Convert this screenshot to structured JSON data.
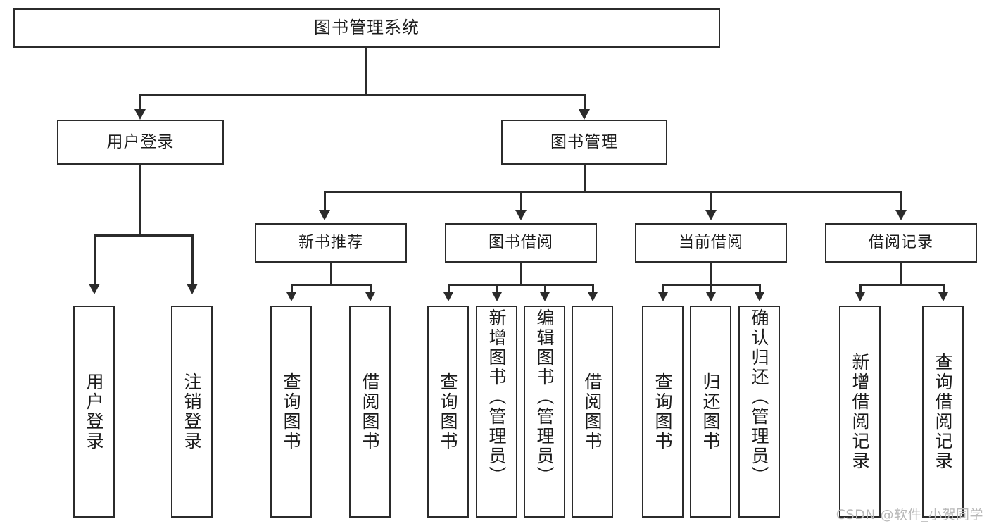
{
  "diagram": {
    "title": "图书管理系统",
    "type": "tree-hierarchy-chart",
    "root": {
      "label": "图书管理系统"
    },
    "level1": [
      {
        "label": "用户登录"
      },
      {
        "label": "图书管理"
      }
    ],
    "level2": [
      {
        "label": "新书推荐"
      },
      {
        "label": "图书借阅"
      },
      {
        "label": "当前借阅"
      },
      {
        "label": "借阅记录"
      }
    ],
    "leaves": {
      "user_login": [
        {
          "label": "用户登录"
        },
        {
          "label": "注销登录"
        }
      ],
      "new_book_recommend": [
        {
          "label": "查询图书"
        },
        {
          "label": "借阅图书"
        }
      ],
      "book_borrow": [
        {
          "label": "查询图书"
        },
        {
          "label": "新增图书（管理员）"
        },
        {
          "label": "编辑图书（管理员）"
        },
        {
          "label": "借阅图书"
        }
      ],
      "current_borrow": [
        {
          "label": "查询图书"
        },
        {
          "label": "归还图书"
        },
        {
          "label": "确认归还（管理员）"
        }
      ],
      "borrow_record": [
        {
          "label": "新增借阅记录"
        },
        {
          "label": "查询借阅记录"
        }
      ]
    }
  },
  "watermark": {
    "text": "CSDN @软件_小贺同学"
  },
  "colors": {
    "stroke": "#2b2b2b",
    "background": "#ffffff",
    "text": "#1b1b1b",
    "watermark": "#b9b9b9"
  }
}
